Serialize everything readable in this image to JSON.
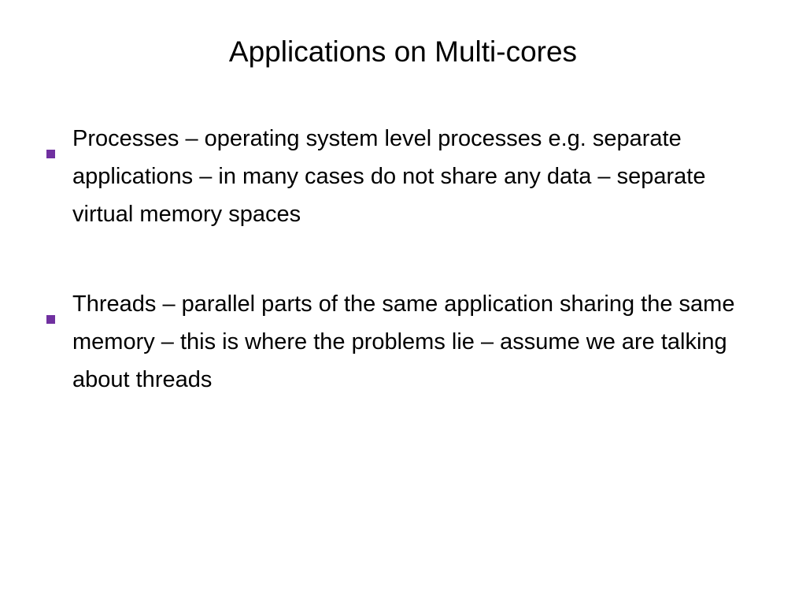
{
  "slide": {
    "title": "Applications on Multi-cores",
    "bullet_color": "#7030A0",
    "bullets": [
      {
        "text": "Processes – operating system level processes e.g. separate applications – in many cases do not share any data – separate virtual memory spaces",
        "marker_icon": "square-bullet-icon"
      },
      {
        "text": "Threads – parallel parts of the same application sharing the same memory – this is where the problems lie – assume we are talking about threads",
        "marker_icon": "square-bullet-icon"
      }
    ]
  }
}
